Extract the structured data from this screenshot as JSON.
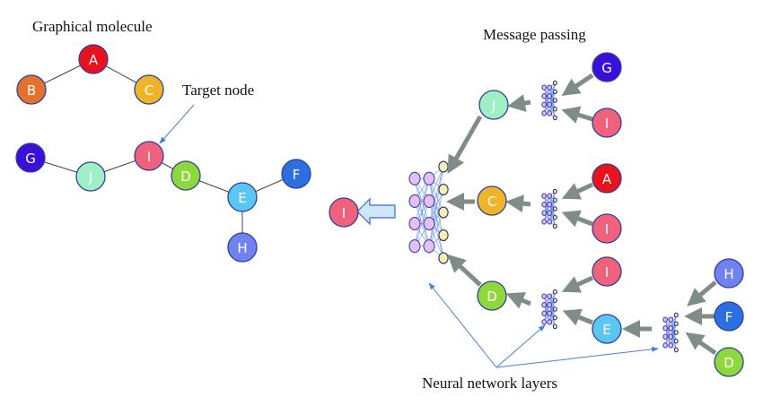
{
  "titles": {
    "left": "Graphical molecule",
    "right": "Message passing",
    "target_node": "Target node",
    "nn_layers": "Neural network layers"
  },
  "colors": {
    "A": "#e8121c",
    "B": "#e2722c",
    "C": "#f0b428",
    "D": "#8fd83c",
    "E": "#5cc6f2",
    "F": "#2b6fe0",
    "G": "#3a10d8",
    "H": "#6f82ee",
    "I": "#f0627c",
    "J": "#9ef0c4",
    "node_border": "#2f3e9e",
    "message_arrow": "#7f8c8a",
    "annotation_arrow": "#4a7fd6",
    "nn_input_neuron": "#e6c0f2",
    "nn_output_neuron": "#fbf0a8",
    "output_arrow_fill": "#cfe6f6"
  },
  "molecule": {
    "nodes": [
      {
        "id": "A",
        "label": "A"
      },
      {
        "id": "B",
        "label": "B"
      },
      {
        "id": "C",
        "label": "C"
      },
      {
        "id": "G",
        "label": "G"
      },
      {
        "id": "J",
        "label": "J"
      },
      {
        "id": "I",
        "label": "I"
      },
      {
        "id": "D",
        "label": "D"
      },
      {
        "id": "E",
        "label": "E"
      },
      {
        "id": "F",
        "label": "F"
      },
      {
        "id": "H",
        "label": "H"
      }
    ],
    "edges": [
      [
        "A",
        "B"
      ],
      [
        "A",
        "C"
      ],
      [
        "G",
        "J"
      ],
      [
        "J",
        "I"
      ],
      [
        "I",
        "D"
      ],
      [
        "D",
        "E"
      ],
      [
        "E",
        "F"
      ],
      [
        "E",
        "H"
      ]
    ],
    "target": "I"
  },
  "message_passing": {
    "output_node": "I",
    "level1": [
      "J",
      "C",
      "D"
    ],
    "level2": [
      {
        "target": "J",
        "sources": [
          "G",
          "I"
        ]
      },
      {
        "target": "C",
        "sources": [
          "A",
          "I"
        ]
      },
      {
        "target": "D",
        "sources": [
          "I",
          "E"
        ]
      }
    ],
    "level3": [
      {
        "target": "E",
        "sources": [
          "H",
          "F",
          "D"
        ]
      }
    ]
  }
}
